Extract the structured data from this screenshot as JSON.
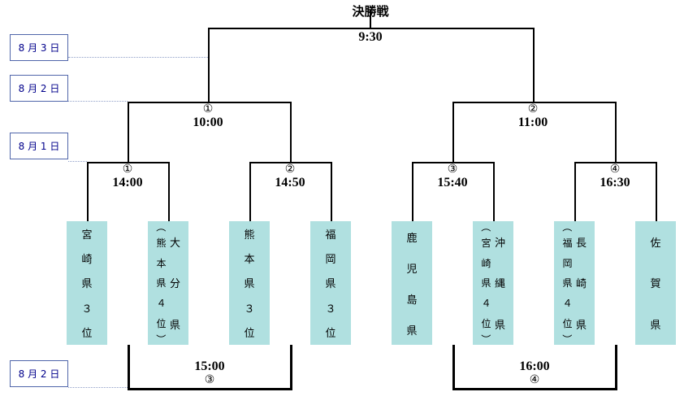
{
  "title": "決勝戦",
  "final": {
    "time": "9:30"
  },
  "dates": {
    "aug3": "8 月 3 日",
    "aug2_top": "8 月 2 日",
    "aug1": "8 月 1 日",
    "aug2_bottom": "8 月 2 日"
  },
  "semifinals": [
    {
      "no": "①",
      "time": "10:00"
    },
    {
      "no": "②",
      "time": "11:00"
    }
  ],
  "quarterfinals": [
    {
      "no": "①",
      "time": "14:00"
    },
    {
      "no": "②",
      "time": "14:50"
    },
    {
      "no": "③",
      "time": "15:40"
    },
    {
      "no": "④",
      "time": "16:30"
    }
  ],
  "consolations": [
    {
      "time": "15:00",
      "no": "③"
    },
    {
      "time": "16:00",
      "no": "④"
    }
  ],
  "teams": [
    {
      "name": "宮崎県３位"
    },
    {
      "name": "大分県",
      "qualifier": "（熊本県４位）"
    },
    {
      "name": "熊本県３位"
    },
    {
      "name": "福岡県３位"
    },
    {
      "name": "鹿児島県"
    },
    {
      "name": "沖縄県",
      "qualifier": "（宮崎県４位）"
    },
    {
      "name": "長崎県",
      "qualifier": "（福岡県４位）"
    },
    {
      "name": "佐賀県"
    }
  ],
  "colors": {
    "team_box_fill": "#b0e0e0",
    "bracket_line": "#000000",
    "date_box_border": "#5066aa",
    "date_text": "#00008b",
    "dotted_guide": "#8f9fc8"
  }
}
